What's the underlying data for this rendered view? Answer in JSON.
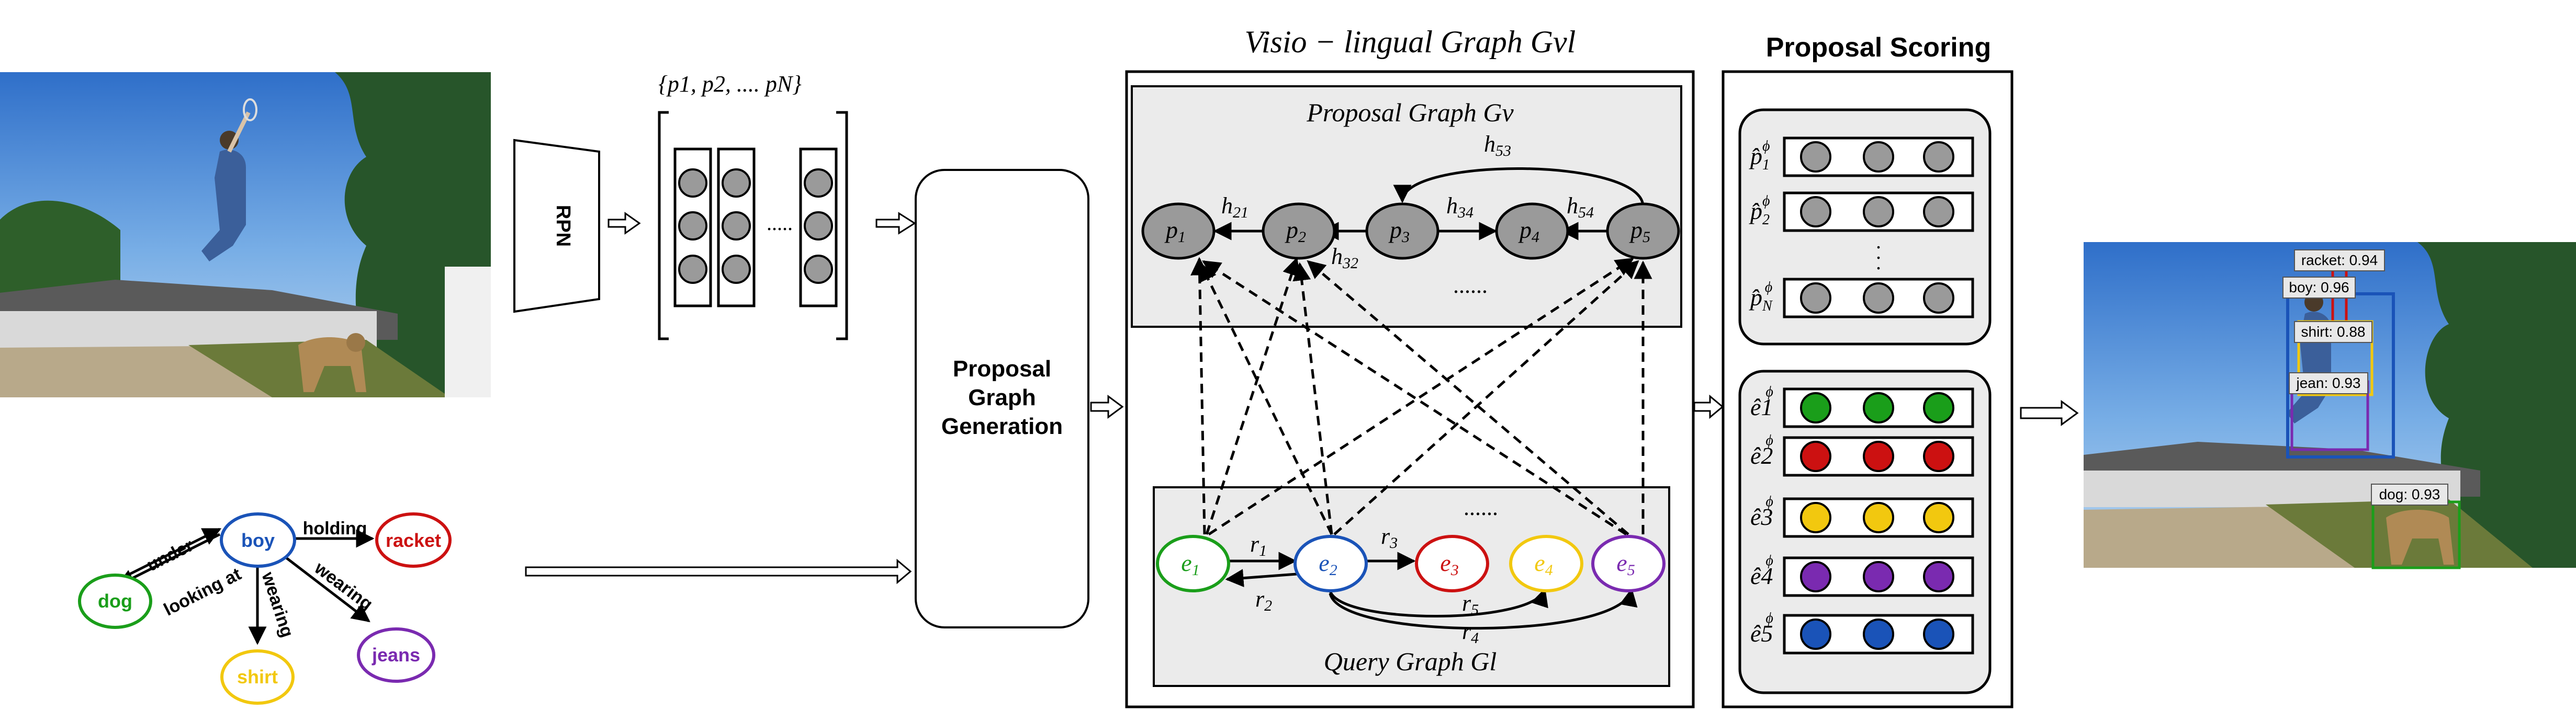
{
  "rpn_label": "RPN",
  "proposal_set_label": "{p1, p2, .... pN}",
  "ppg_label": [
    "Proposal",
    "Graph",
    "Generation"
  ],
  "vl_graph_title": "Visio − lingual Graph Gvl",
  "proposal_graph_title": "Proposal Graph Gv",
  "query_graph_title": "Query Graph Gl",
  "proposal_scoring_title": "Proposal Scoring",
  "proposal_nodes": [
    "p1",
    "p2",
    "p3",
    "p4",
    "p5"
  ],
  "proposal_edges": [
    "h21",
    "h32",
    "h34",
    "h54",
    "h53"
  ],
  "entity_nodes": [
    "e1",
    "e2",
    "e3",
    "e4",
    "e5"
  ],
  "relation_edges": [
    "r1",
    "r2",
    "r3",
    "r5",
    "r4"
  ],
  "ellipsis": "......",
  "scene_graph": {
    "nodes": [
      "boy",
      "dog",
      "racket",
      "shirt",
      "jeans"
    ],
    "edges": [
      "under",
      "looking at",
      "holding",
      "wearing",
      "wearing"
    ]
  },
  "proposal_score_labels": [
    "p̂1ϕ",
    "p̂2ϕ",
    "p̂Nϕ"
  ],
  "entity_score_labels": [
    "ê1ϕ",
    "ê2ϕ",
    "ê3ϕ",
    "ê4ϕ",
    "ê5ϕ"
  ],
  "detections": [
    "racket: 0.94",
    "boy: 0.96",
    "shirt: 0.88",
    "jean: 0.93",
    "dog: 0.93"
  ],
  "colors": {
    "green": "#1a9e1a",
    "blue": "#1a53b8",
    "red": "#cc1111",
    "yellow": "#f2c80f",
    "purple": "#7a2ab0",
    "grey_node": "#9a9a9a",
    "panel_bg": "#ebebeb"
  }
}
